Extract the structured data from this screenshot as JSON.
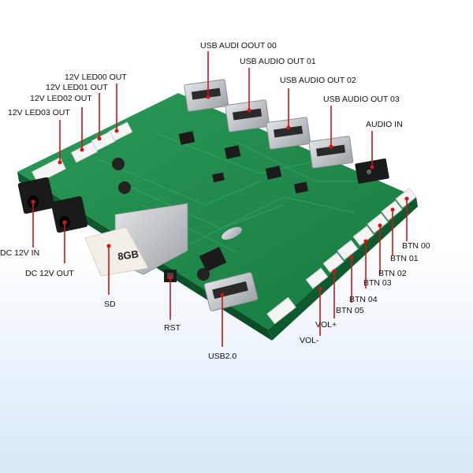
{
  "colors": {
    "pcb": "#1f8a4c",
    "pcb_dark": "#146b39",
    "callout": "#d21414",
    "connector": "#f4f4f4",
    "usb_metal": "#b9bcc0",
    "sd_card": "#f2efe6"
  },
  "sd_card_text": "8GB",
  "labels": {
    "usb_audio_out_00": "USB AUDI OOUT 00",
    "usb_audio_out_01": "USB AUDIO OUT 01",
    "usb_audio_out_02": "USB AUDIO OUT 02",
    "usb_audio_out_03": "USB AUDIO OUT 03",
    "audio_in": "AUDIO IN",
    "led00": "12V LED00 OUT",
    "led01": "12V LED01 OUT",
    "led02": "12V LED02 OUT",
    "led03": "12V LED03 OUT",
    "dc_in": "DC 12V IN",
    "dc_out": "DC 12V OUT",
    "sd": "SD",
    "rst": "RST",
    "usb20": "USB2.0",
    "vol_minus": "VOL-",
    "vol_plus": "VOL+",
    "btn05": "BTN 05",
    "btn04": "BTN 04",
    "btn03": "BTN 03",
    "btn02": "BTN 02",
    "btn01": "BTN 01",
    "btn00": "BTN 00"
  }
}
